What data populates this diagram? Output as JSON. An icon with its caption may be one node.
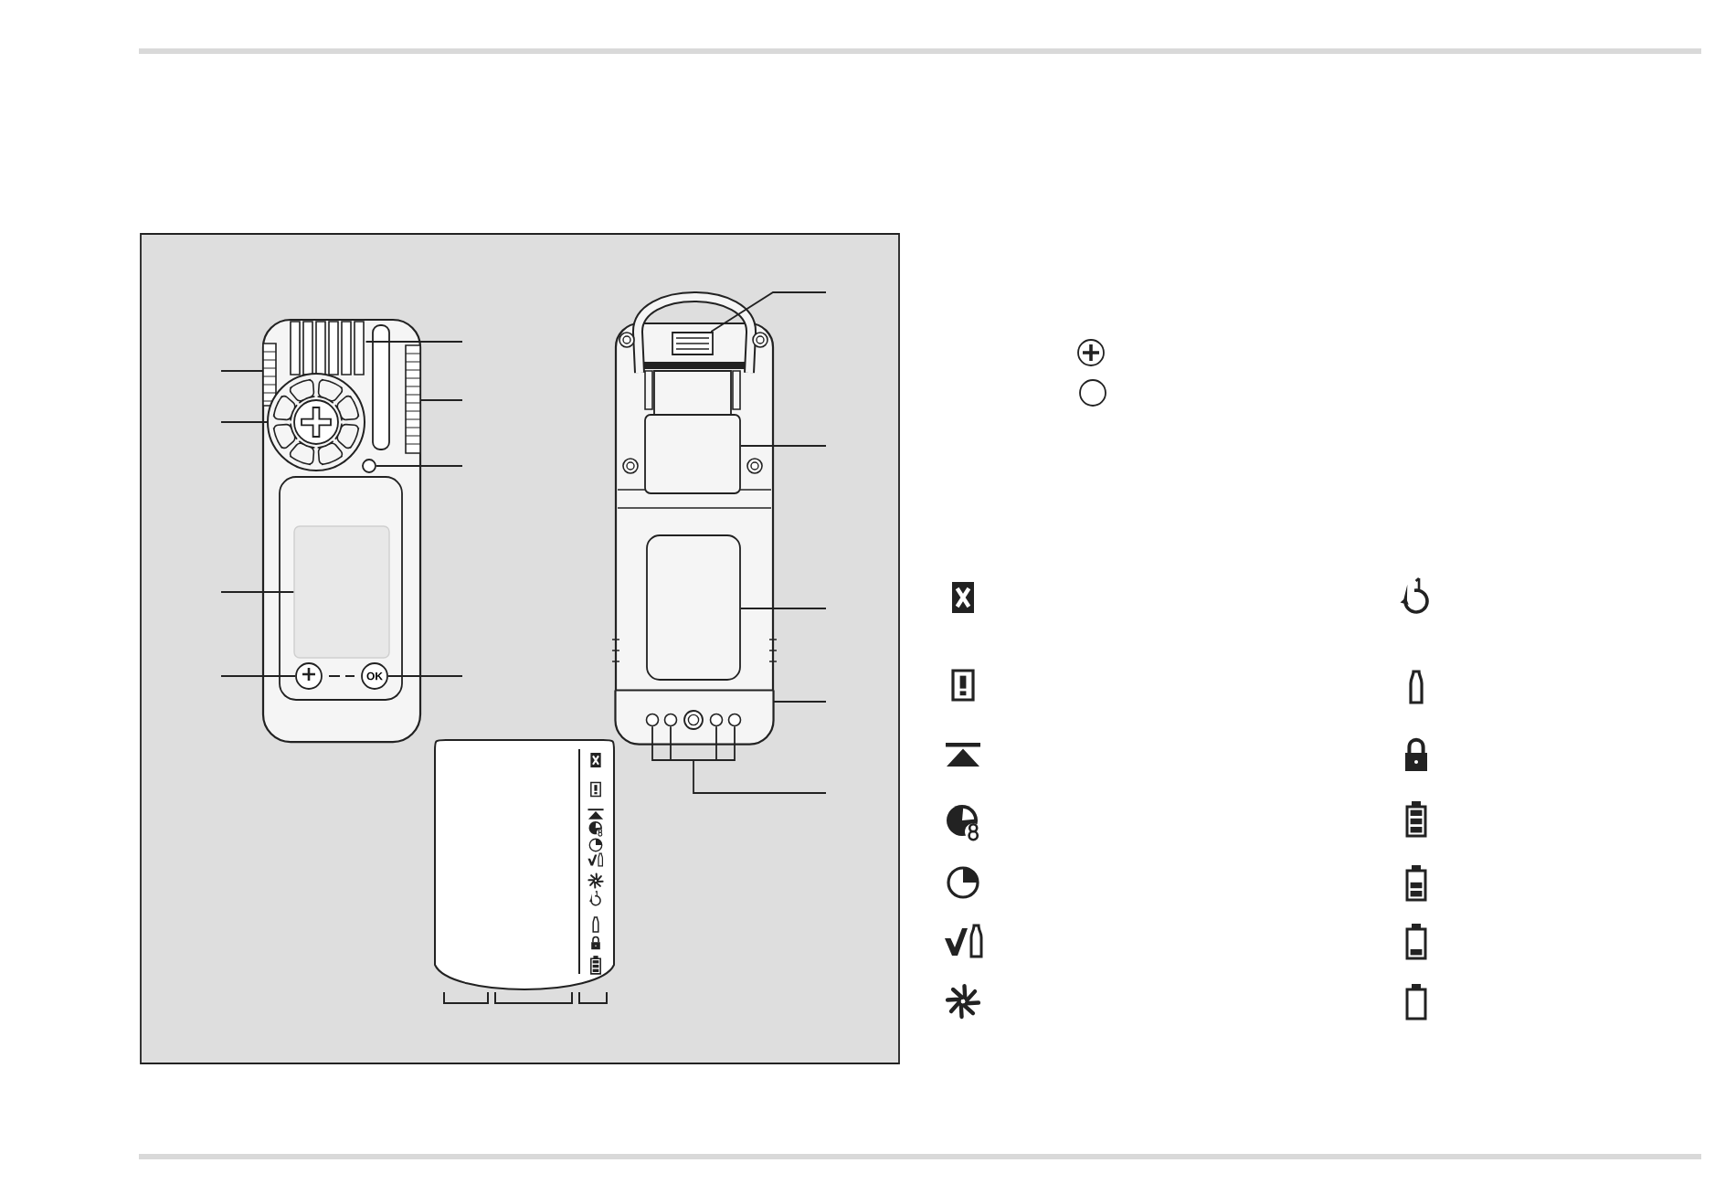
{
  "diagram": {
    "nodes": [
      {
        "text": [],
        "shape": "picture"
      },
      {
        "text": [],
        "shape": "picture"
      },
      {
        "text": [],
        "shape": "picture"
      },
      {
        "text": [],
        "shape": "circle"
      },
      {
        "text": [],
        "shape": "circle"
      },
      {
        "text": [],
        "shape": "box"
      },
      {
        "text": [],
        "shape": "circle"
      },
      {
        "text": [
          "OK"
        ]
      },
      {
        "text": [],
        "shape": "box"
      },
      {
        "text": [],
        "shape": "box"
      },
      {
        "text": [],
        "shape": "box"
      },
      {
        "text": [],
        "shape": "box"
      },
      {
        "text": [],
        "shape": "circle",
        "in": 11
      },
      {
        "text": [],
        "shape": "circle",
        "in": 11
      },
      {
        "text": [],
        "shape": "circle",
        "in": 11
      },
      {
        "text": [],
        "shape": "circle",
        "in": 11
      }
    ],
    "edges": [
      {
        "from": null,
        "to": 0,
        "arrow": "none"
      },
      {
        "from": null,
        "to": 1,
        "arrow": "none"
      },
      {
        "from": null,
        "to": 2,
        "arrow": "none"
      },
      {
        "from": null,
        "to": 3,
        "arrow": "none"
      },
      {
        "from": null,
        "to": 4,
        "arrow": "none"
      },
      {
        "from": null,
        "to": 5,
        "arrow": "none"
      },
      {
        "from": null,
        "to": 6,
        "arrow": "none"
      },
      {
        "from": null,
        "to": 7,
        "arrow": "none"
      },
      {
        "from": null,
        "to": 8,
        "arrow": "none"
      },
      {
        "from": null,
        "to": 9,
        "arrow": "none"
      },
      {
        "from": null,
        "to": 10,
        "arrow": "none"
      },
      {
        "from": null,
        "to": 11,
        "arrow": "none"
      },
      {
        "from": null,
        "to": 12,
        "arrow": "none"
      },
      {
        "from": null,
        "to": 13,
        "arrow": "none"
      },
      {
        "from": null,
        "to": 14,
        "arrow": "none"
      },
      {
        "from": null,
        "to": 15,
        "arrow": "none"
      }
    ]
  }
}
